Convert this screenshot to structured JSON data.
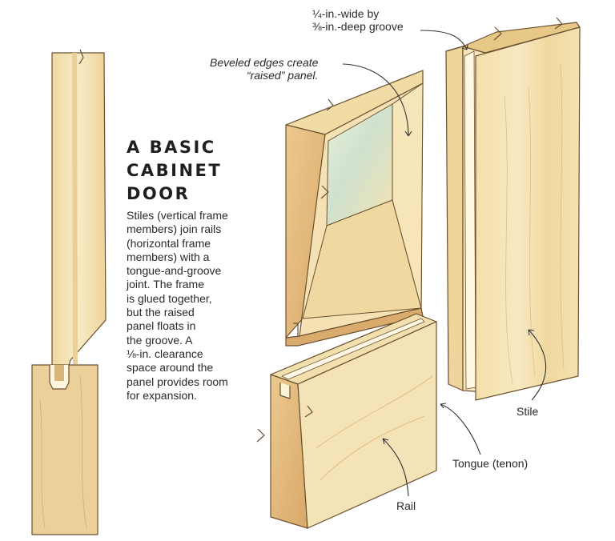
{
  "title_lines": [
    "A BASIC",
    "CABINET",
    "DOOR"
  ],
  "body_lines": [
    "Stiles (vertical frame",
    "members) join rails",
    "(horizontal frame",
    "members) with a",
    "tongue-and-groove",
    "joint. The frame",
    "is glued together,",
    "but the raised",
    "panel floats in",
    "the groove. A",
    "⅛-in. clearance",
    "space around the",
    "panel provides room",
    "for expansion."
  ],
  "callouts": {
    "groove": [
      "¼-in.-wide by",
      "⅜-in.-deep groove"
    ],
    "bevel": [
      "Beveled edges create",
      "“raised” panel."
    ],
    "stile": "Stile",
    "tongue": "Tongue (tenon)",
    "rail": "Rail"
  },
  "colors": {
    "wood_light": "#f3e3b3",
    "wood_mid": "#e8cd92",
    "wood_end": "#e3bd80",
    "wood_dark": "#c9995a",
    "panel_tint": "#cfe0c6",
    "outline": "#6b5030",
    "leader": "#333333"
  }
}
